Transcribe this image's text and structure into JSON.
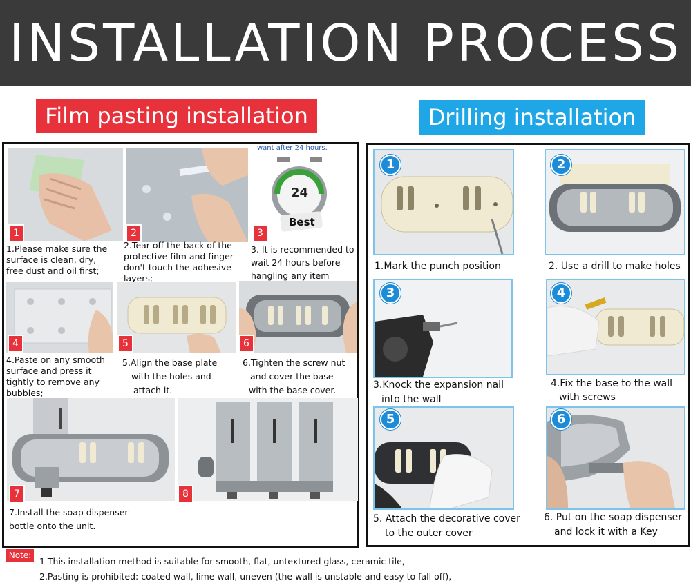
{
  "header": {
    "title": "INSTALLATION PROCESS"
  },
  "film": {
    "title": "Film pasting installation",
    "waiting_text": "want after 24 hours.",
    "clock_hours": "24",
    "clock_label": "Best",
    "steps": [
      {
        "number": "1",
        "lines": [
          "1.Please make sure the",
          "surface is clean, dry,",
          "free dust and oil first;"
        ]
      },
      {
        "number": "2",
        "lines": [
          "2.Tear off the back of the",
          "protective film and finger",
          "don't touch the adhesive",
          "layers;"
        ]
      },
      {
        "number": "3",
        "lines": [
          "3. It is recommended to",
          "wait 24 hours before",
          "hangling any item"
        ]
      },
      {
        "number": "4",
        "lines": [
          "4.Paste on any smooth",
          "surface and press it",
          "tightly to remove any",
          "bubbles;"
        ]
      },
      {
        "number": "5",
        "lines": [
          "5.Align the base plate",
          "with the holes and",
          "attach it."
        ]
      },
      {
        "number": "6",
        "lines": [
          "6.Tighten the screw nut",
          "and cover the base",
          "with the base cover."
        ]
      },
      {
        "number": "7",
        "lines": [
          "7.Install the soap dispenser",
          "bottle onto the unit."
        ]
      },
      {
        "number": "8",
        "lines": []
      }
    ]
  },
  "drill": {
    "title": "Drilling installation",
    "steps": [
      {
        "number": "1",
        "lines": [
          "1.Mark the punch position"
        ]
      },
      {
        "number": "2",
        "lines": [
          "2. Use a drill to make holes"
        ]
      },
      {
        "number": "3",
        "lines": [
          "3.Knock the expansion nail",
          "into the wall"
        ]
      },
      {
        "number": "4",
        "lines": [
          "4.Fix the  base to the wall",
          "with screws"
        ]
      },
      {
        "number": "5",
        "lines": [
          "5. Attach the decorative cover",
          "to the outer cover"
        ]
      },
      {
        "number": "6",
        "lines": [
          "6. Put on the soap dispenser",
          "and lock it with a Key"
        ]
      }
    ]
  },
  "note": {
    "label": "Note:",
    "lines": [
      "1 This installation method is suitable for smooth, flat, untextured glass, ceramic tile,",
      "2.Pasting is prohibited: coated wall, lime wall, uneven (the wall is unstable and easy to fall off),"
    ]
  }
}
